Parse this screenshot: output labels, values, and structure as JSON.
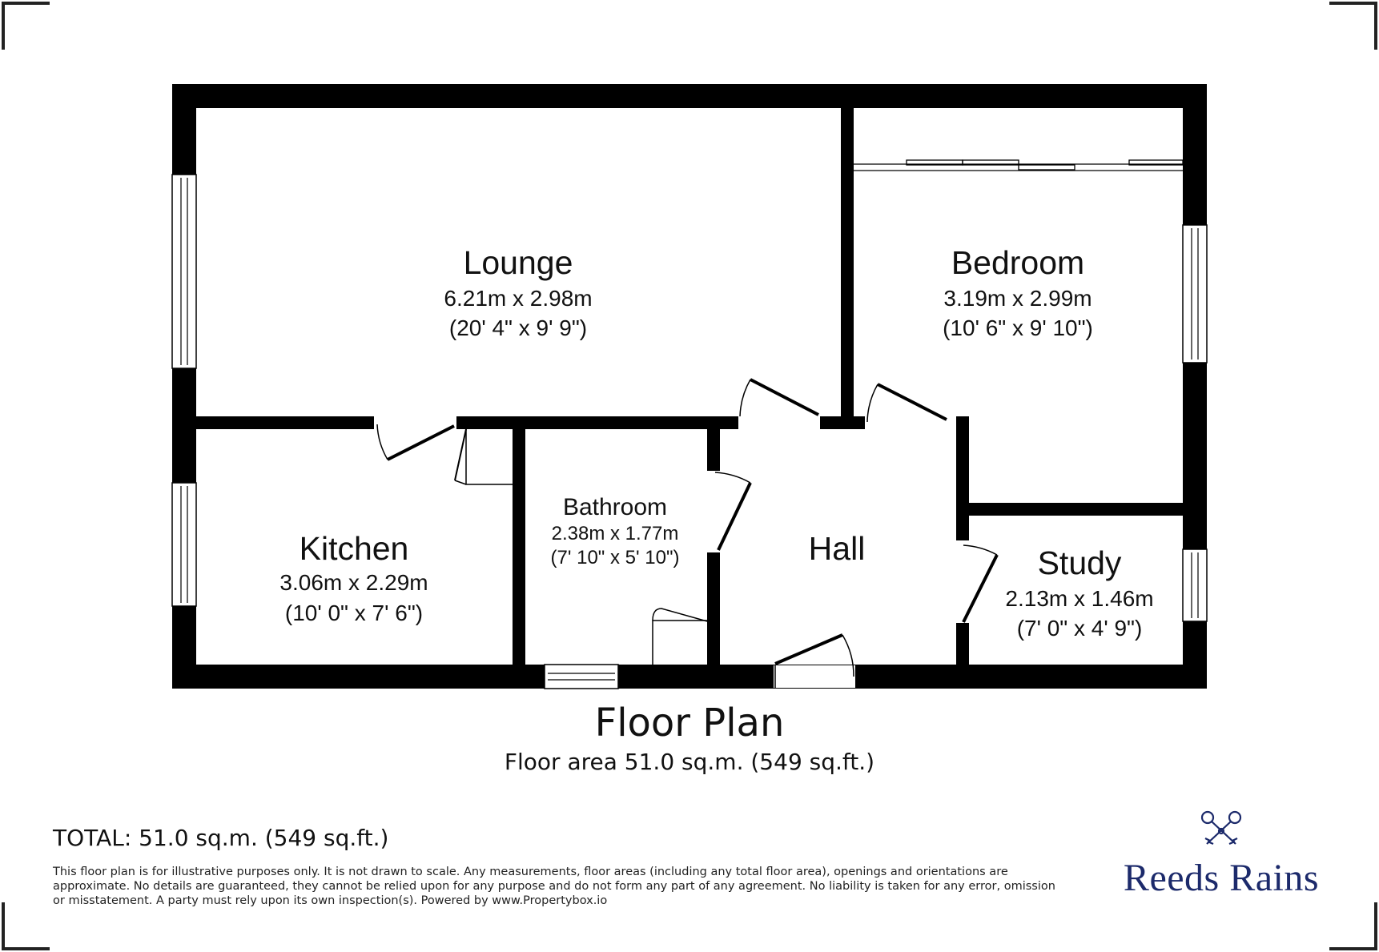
{
  "rooms": {
    "lounge": {
      "name": "Lounge",
      "metric": "6.21m x 2.98m",
      "imperial": "(20' 4\" x 9' 9\")"
    },
    "bedroom": {
      "name": "Bedroom",
      "metric": "3.19m x 2.99m",
      "imperial": "(10' 6\" x 9' 10\")"
    },
    "kitchen": {
      "name": "Kitchen",
      "metric": "3.06m x 2.29m",
      "imperial": "(10' 0\" x 7' 6\")"
    },
    "bathroom": {
      "name": "Bathroom",
      "metric": "2.38m x 1.77m",
      "imperial": "(7' 10\" x 5' 10\")"
    },
    "hall": {
      "name": "Hall"
    },
    "study": {
      "name": "Study",
      "metric": "2.13m x 1.46m",
      "imperial": "(7' 0\" x 4' 9\")"
    }
  },
  "plan": {
    "title": "Floor Plan",
    "area": "Floor area 51.0 sq.m. (549 sq.ft.)"
  },
  "footer": {
    "total": "TOTAL: 51.0 sq.m. (549 sq.ft.)",
    "disclaimer": "This floor plan is for illustrative purposes only. It is not drawn to scale. Any measurements, floor areas (including any total floor area), openings and orientations are approximate. No details are guaranteed, they cannot be relied upon for any purpose and do not form any part of any agreement. No liability is taken for any error, omission or misstatement. A party must rely upon its own inspection(s). Powered by www.Propertybox.io"
  },
  "brand": {
    "name": "Reeds Rains",
    "logo_icon": "crossed-keys-icon",
    "color": "#1c2a6b"
  },
  "colors": {
    "walls": "#000000",
    "background": "#ffffff"
  }
}
